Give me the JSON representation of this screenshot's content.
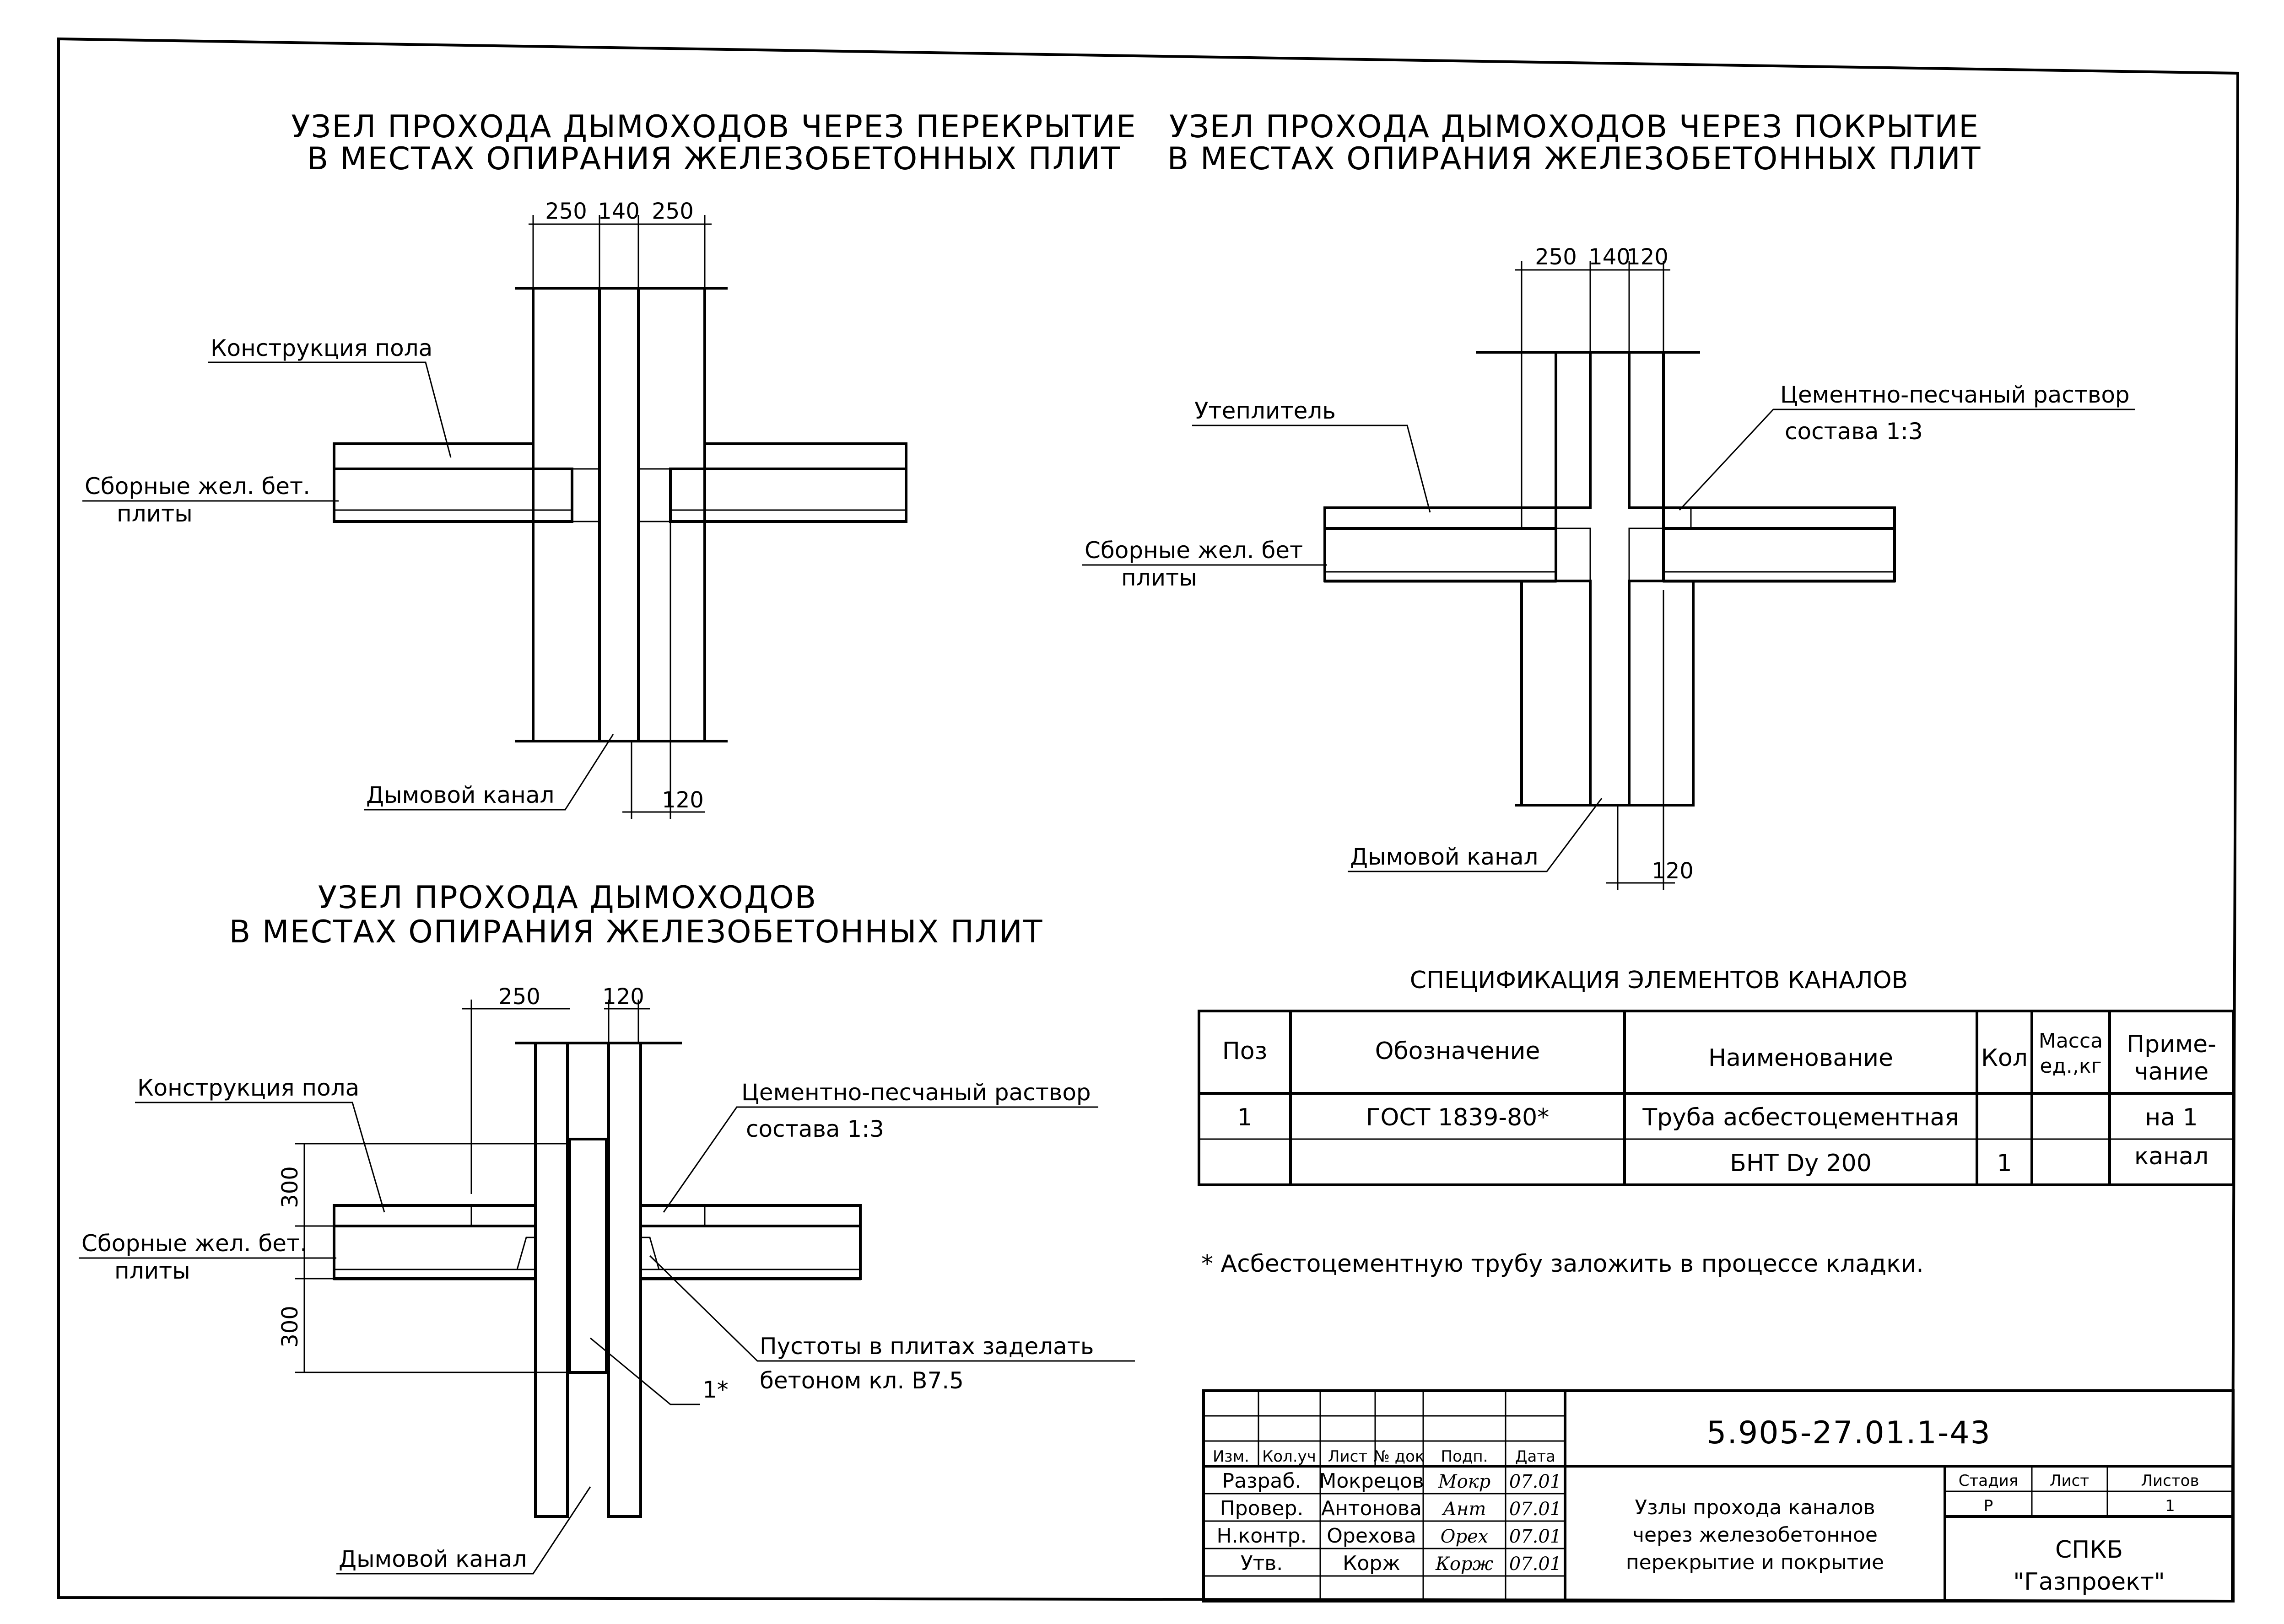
{
  "views": {
    "top_left": {
      "title_line1": "УЗЕЛ ПРОХОДА ДЫМОХОДОВ ЧЕРЕЗ ПЕРЕКРЫТИЕ",
      "title_line2": "В МЕСТАХ ОПИРАНИЯ ЖЕЛЕЗОБЕТОННЫХ ПЛИТ",
      "dim_a": "250",
      "dim_b": "140",
      "dim_c": "250",
      "dim_bottom": "120",
      "label_floor": "Конструкция пола",
      "label_slab_1": "Сборные жел. бет.",
      "label_slab_2": "плиты",
      "label_channel": "Дымовой канал"
    },
    "top_right": {
      "title_line1": "УЗЕЛ ПРОХОДА ДЫМОХОДОВ ЧЕРЕЗ ПОКРЫТИЕ",
      "title_line2": "В МЕСТАХ ОПИРАНИЯ ЖЕЛЕЗОБЕТОННЫХ ПЛИТ",
      "dim_a": "250",
      "dim_b": "140",
      "dim_c": "120",
      "dim_bottom": "120",
      "label_insulation": "Утеплитель",
      "label_mortar_1": "Цементно-песчаный раствор",
      "label_mortar_2": "состава 1:3",
      "label_slab_1": "Сборные жел. бет",
      "label_slab_2": "плиты",
      "label_channel": "Дымовой канал"
    },
    "bottom_left": {
      "title_line1": "УЗЕЛ ПРОХОДА ДЫМОХОДОВ",
      "title_line2": "В МЕСТАХ ОПИРАНИЯ ЖЕЛЕЗОБЕТОННЫХ ПЛИТ",
      "dim_a": "250",
      "dim_b": "120",
      "dim_v1": "300",
      "dim_v2": "300",
      "label_floor": "Конструкция пола",
      "label_mortar_1": "Цементно-песчаный раствор",
      "label_mortar_2": "состава 1:3",
      "label_slab_1": "Сборные жел. бет.",
      "label_slab_2": "плиты",
      "label_voids_1": "Пустоты в плитах заделать",
      "label_voids_2": "бетоном кл. В7.5",
      "label_pos": "1*",
      "label_channel": "Дымовой канал"
    }
  },
  "spec": {
    "title": "СПЕЦИФИКАЦИЯ ЭЛЕМЕНТОВ КАНАЛОВ",
    "headers": {
      "pos": "Поз",
      "designation": "Обозначение",
      "name": "Наименование",
      "qty": "Кол",
      "mass_1": "Масса",
      "mass_2": "ед.,кг",
      "note_1": "Приме-",
      "note_2": "чание"
    },
    "row1": {
      "pos": "1",
      "designation": "ГОСТ 1839-80*",
      "name": "Труба асбестоцементная",
      "note": "на 1"
    },
    "row2": {
      "name": "БНТ Dy 200",
      "qty": "1",
      "note": "канал"
    },
    "footnote": "* Асбестоцементную трубу заложить в процессе кладки."
  },
  "title_block": {
    "code": "5.905-27.01.1-43",
    "headers": [
      "Изм.",
      "Кол.уч",
      "Лист",
      "№ док",
      "Подп.",
      "Дата"
    ],
    "people": [
      {
        "role": "Разраб.",
        "name": "Мокрецов",
        "sign": "Мокр",
        "date": "07.01"
      },
      {
        "role": "Провер.",
        "name": "Антонова",
        "sign": "Ант",
        "date": "07.01"
      },
      {
        "role": "Н.контр.",
        "name": "Орехова",
        "sign": "Ореx",
        "date": "07.01"
      },
      {
        "role": "Утв.",
        "name": "Корж",
        "sign": "Корж",
        "date": "07.01"
      }
    ],
    "description_1": "Узлы прохода каналов",
    "description_2": "через железобетонное",
    "description_3": "перекрытие и покрытие",
    "stage_label": "Стадия",
    "sheet_label": "Лист",
    "sheets_label": "Листов",
    "stage": "Р",
    "sheets": "1",
    "org_1": "СПКБ",
    "org_2": "\"Газпроект\""
  }
}
